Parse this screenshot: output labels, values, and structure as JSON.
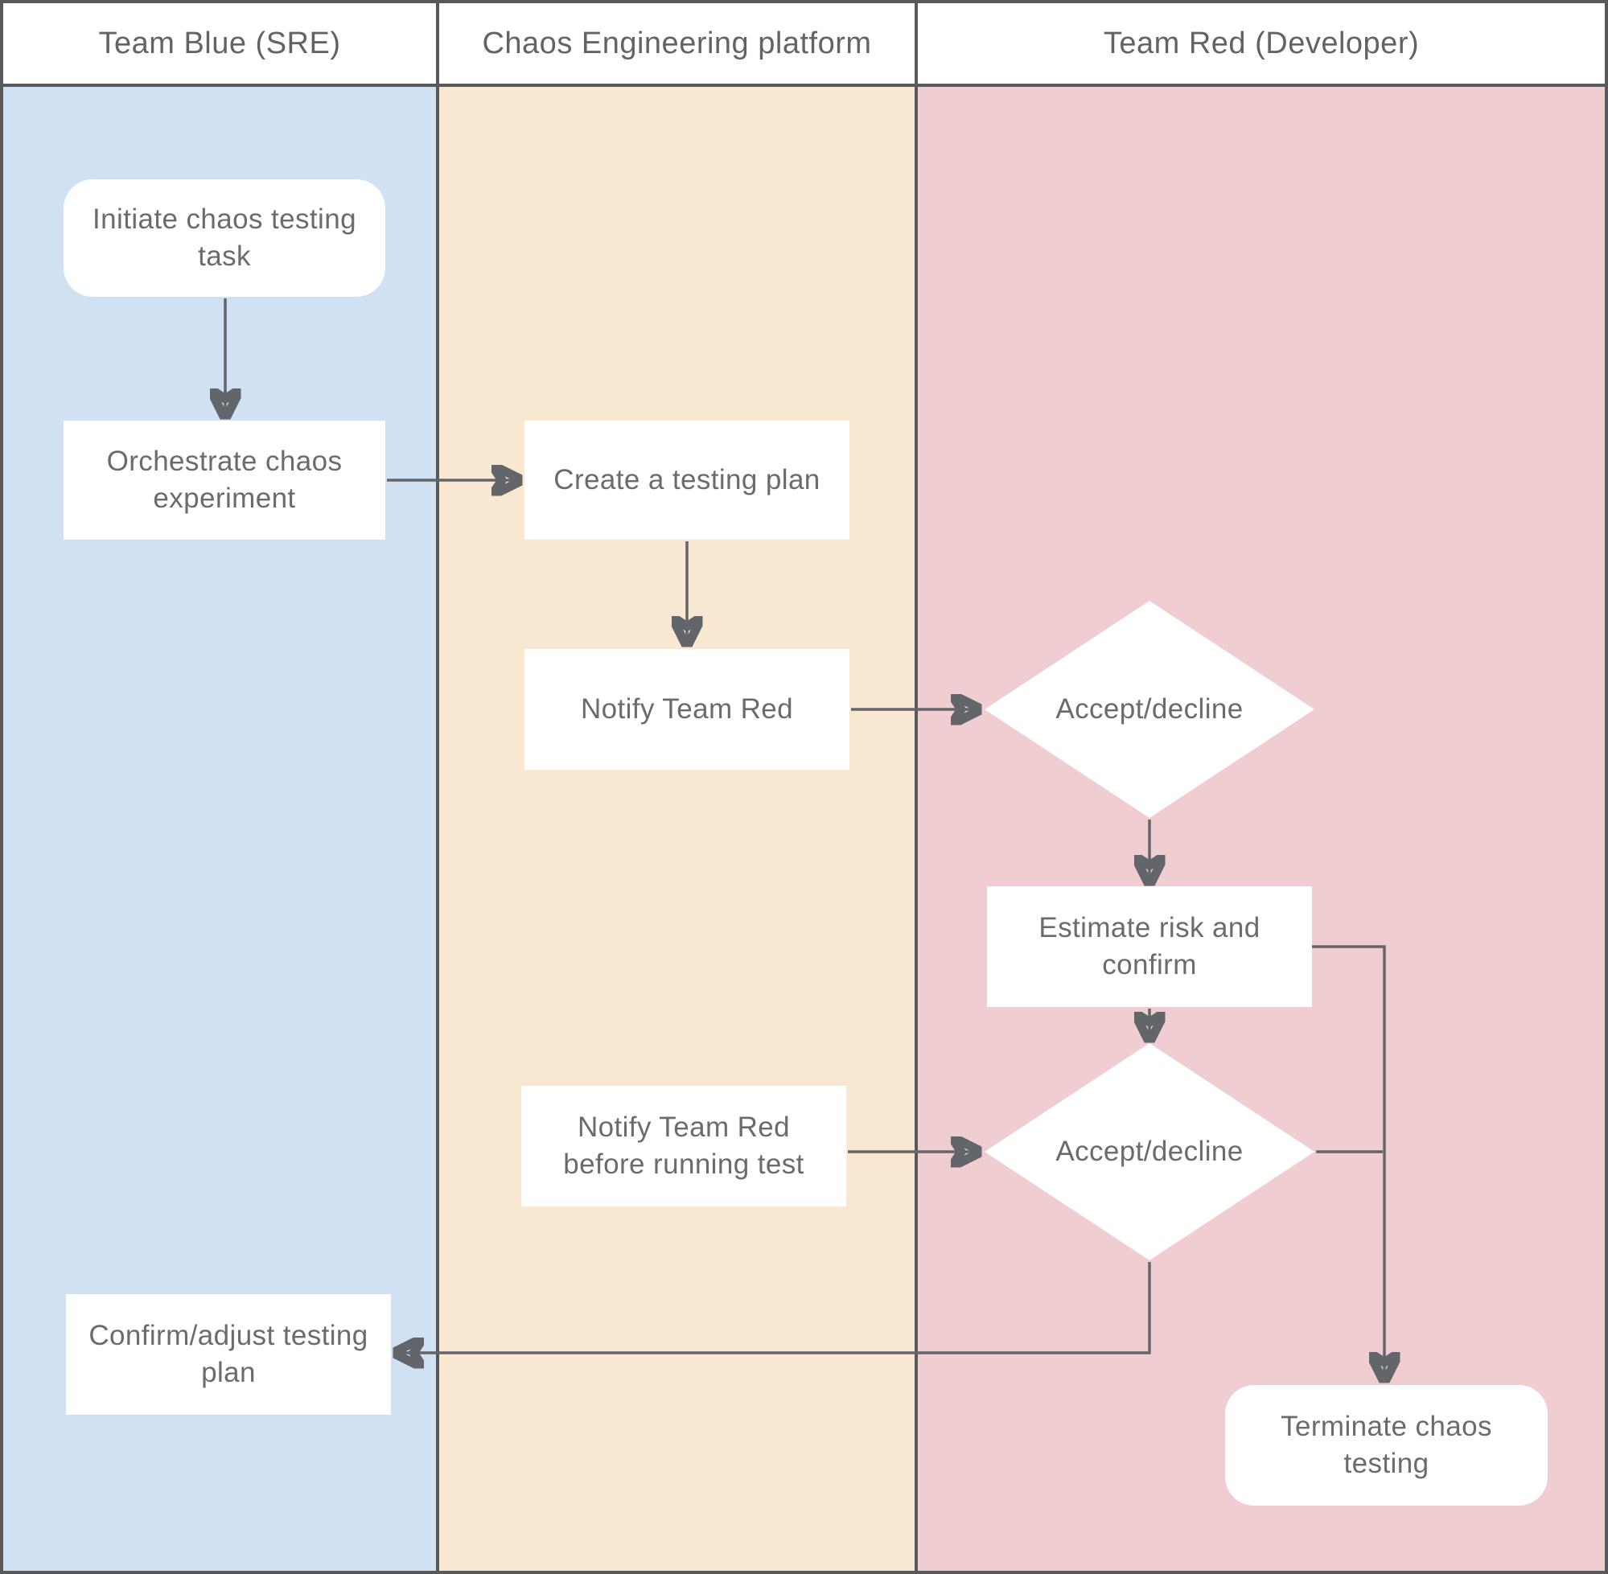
{
  "lanes": [
    {
      "id": "team-blue",
      "title": "Team Blue (SRE)",
      "color": "#d0e1f3"
    },
    {
      "id": "platform",
      "title": "Chaos Engineering platform",
      "color": "#f8e8d1"
    },
    {
      "id": "team-red",
      "title": "Team Red (Developer)",
      "color": "#f0cdd1"
    }
  ],
  "nodes": {
    "initiate": {
      "label": "Initiate chaos testing task",
      "shape": "rounded-rectangle",
      "lane": "Team Blue (SRE)"
    },
    "orchestrate": {
      "label": "Orchestrate chaos experiment",
      "shape": "rectangle",
      "lane": "Team Blue (SRE)"
    },
    "create_plan": {
      "label": "Create a testing plan",
      "shape": "rectangle",
      "lane": "Chaos Engineering platform"
    },
    "notify_red": {
      "label": "Notify Team Red",
      "shape": "rectangle",
      "lane": "Chaos Engineering platform"
    },
    "accept_decline_1": {
      "label": "Accept/decline",
      "shape": "diamond",
      "lane": "Team Red (Developer)"
    },
    "estimate_risk": {
      "label": "Estimate risk and confirm",
      "shape": "rectangle",
      "lane": "Team Red (Developer)"
    },
    "notify_before": {
      "label": "Notify Team Red before running test",
      "shape": "rectangle",
      "lane": "Chaos Engineering platform"
    },
    "accept_decline_2": {
      "label": "Accept/decline",
      "shape": "diamond",
      "lane": "Team Red (Developer)"
    },
    "confirm_adjust": {
      "label": "Confirm/adjust testing plan",
      "shape": "rectangle",
      "lane": "Team Blue (SRE)"
    },
    "terminate": {
      "label": "Terminate chaos testing",
      "shape": "rounded-rectangle",
      "lane": "Team Red (Developer)"
    }
  },
  "edges": [
    {
      "from": "initiate",
      "to": "orchestrate"
    },
    {
      "from": "orchestrate",
      "to": "create_plan"
    },
    {
      "from": "create_plan",
      "to": "notify_red"
    },
    {
      "from": "notify_red",
      "to": "accept_decline_1"
    },
    {
      "from": "accept_decline_1",
      "to": "estimate_risk"
    },
    {
      "from": "estimate_risk",
      "to": "accept_decline_2"
    },
    {
      "from": "estimate_risk",
      "to": "terminate"
    },
    {
      "from": "notify_before",
      "to": "accept_decline_2"
    },
    {
      "from": "accept_decline_2",
      "to": "terminate"
    },
    {
      "from": "accept_decline_2",
      "to": "confirm_adjust"
    }
  ],
  "colors": {
    "lane_blue": "#d0e1f3",
    "lane_cream": "#f8e8d1",
    "lane_pink": "#f0cdd1",
    "node_fill": "#ffffff",
    "border": "#59595b",
    "connector": "#626569",
    "text": "#6b6b6b",
    "header_text": "#636363"
  }
}
